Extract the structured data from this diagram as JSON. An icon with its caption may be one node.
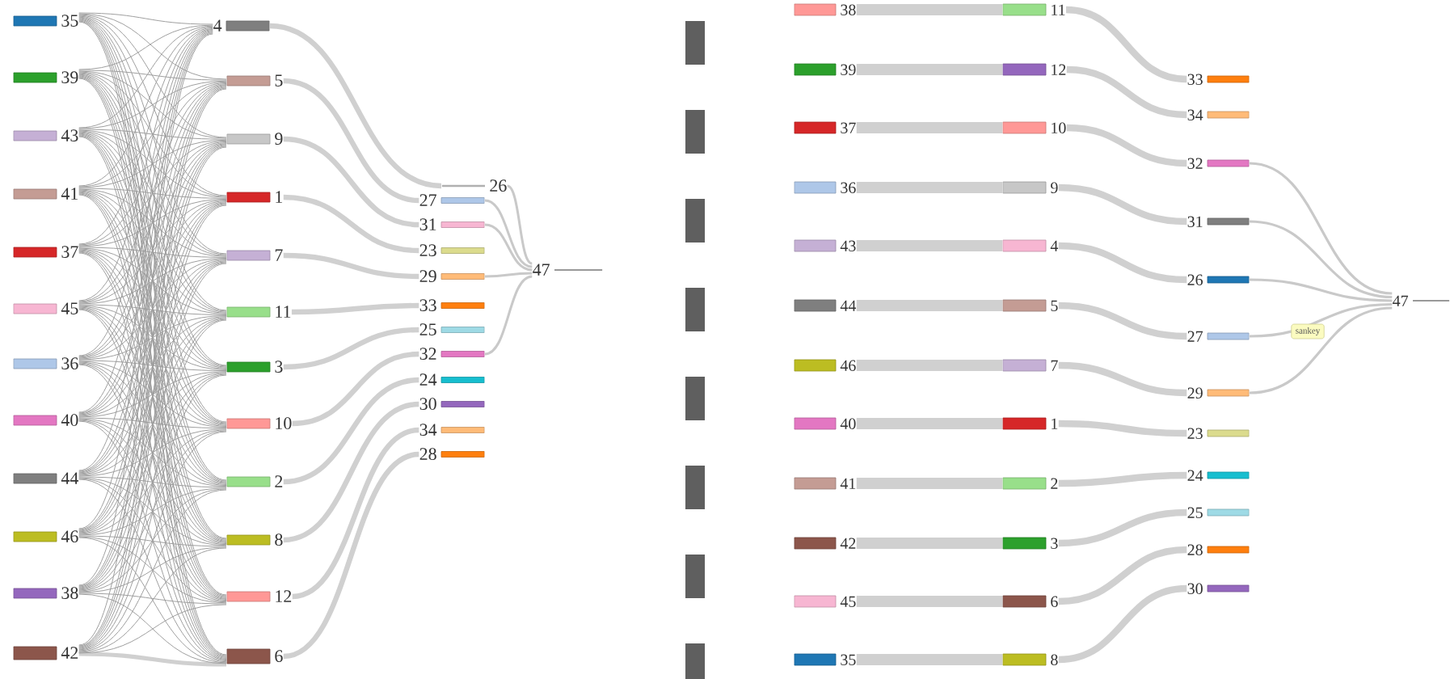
{
  "diagram": {
    "nodes": [
      {
        "text": [
          "35"
        ]
      },
      {
        "text": [
          "39"
        ]
      },
      {
        "text": [
          "43"
        ]
      },
      {
        "text": [
          "41"
        ]
      },
      {
        "text": [
          "37"
        ]
      },
      {
        "text": [
          "45"
        ]
      },
      {
        "text": [
          "36"
        ]
      },
      {
        "text": [
          "40"
        ]
      },
      {
        "text": [
          "44"
        ]
      },
      {
        "text": [
          "46"
        ]
      },
      {
        "text": [
          "38"
        ]
      },
      {
        "text": [
          "42"
        ]
      },
      {
        "text": [
          "4"
        ]
      },
      {
        "text": [
          "5"
        ]
      },
      {
        "text": [
          "9"
        ]
      },
      {
        "text": [
          "1"
        ]
      },
      {
        "text": [
          "7"
        ]
      },
      {
        "text": [
          "11"
        ]
      },
      {
        "text": [
          "3"
        ]
      },
      {
        "text": [
          "10"
        ]
      },
      {
        "text": [
          "2"
        ]
      },
      {
        "text": [
          "8"
        ]
      },
      {
        "text": [
          "12"
        ]
      },
      {
        "text": [
          "6"
        ]
      },
      {
        "text": [
          "26"
        ]
      },
      {
        "text": [
          "27"
        ]
      },
      {
        "text": [
          "31"
        ]
      },
      {
        "text": [
          "23"
        ]
      },
      {
        "text": [
          "29"
        ]
      },
      {
        "text": [
          "33"
        ]
      },
      {
        "text": [
          "25"
        ]
      },
      {
        "text": [
          "32"
        ]
      },
      {
        "text": [
          "24"
        ]
      },
      {
        "text": [
          "30"
        ]
      },
      {
        "text": [
          "34"
        ]
      },
      {
        "text": [
          "28"
        ]
      },
      {
        "text": [
          "47"
        ]
      },
      {
        "text": [
          "38"
        ]
      },
      {
        "text": [
          "39"
        ]
      },
      {
        "text": [
          "37"
        ]
      },
      {
        "text": [
          "36"
        ]
      },
      {
        "text": [
          "43"
        ]
      },
      {
        "text": [
          "44"
        ]
      },
      {
        "text": [
          "46"
        ]
      },
      {
        "text": [
          "40"
        ]
      },
      {
        "text": [
          "41"
        ]
      },
      {
        "text": [
          "42"
        ]
      },
      {
        "text": [
          "45"
        ]
      },
      {
        "text": [
          "35"
        ]
      },
      {
        "text": [
          "11"
        ]
      },
      {
        "text": [
          "12"
        ]
      },
      {
        "text": [
          "10"
        ]
      },
      {
        "text": [
          "9"
        ]
      },
      {
        "text": [
          "4"
        ]
      },
      {
        "text": [
          "5"
        ]
      },
      {
        "text": [
          "7"
        ]
      },
      {
        "text": [
          "1"
        ]
      },
      {
        "text": [
          "2"
        ]
      },
      {
        "text": [
          "3"
        ]
      },
      {
        "text": [
          "6"
        ]
      },
      {
        "text": [
          "8"
        ]
      },
      {
        "text": [
          "33"
        ]
      },
      {
        "text": [
          "34"
        ]
      },
      {
        "text": [
          "32"
        ]
      },
      {
        "text": [
          "31"
        ]
      },
      {
        "text": [
          "26"
        ]
      },
      {
        "text": [
          "27"
        ]
      },
      {
        "text": [
          "29"
        ]
      },
      {
        "text": [
          "23"
        ]
      },
      {
        "text": [
          "24"
        ]
      },
      {
        "text": [
          "25"
        ]
      },
      {
        "text": [
          "28"
        ]
      },
      {
        "text": [
          "30"
        ]
      },
      {
        "text": [
          "47"
        ]
      }
    ],
    "edges": [
      {
        "from": 0,
        "to": 12,
        "arrow": "none"
      },
      {
        "from": 0,
        "to": 13,
        "arrow": "none"
      },
      {
        "from": 0,
        "to": 14,
        "arrow": "none"
      },
      {
        "from": 0,
        "to": 15,
        "arrow": "none"
      },
      {
        "from": 0,
        "to": 16,
        "arrow": "none"
      },
      {
        "from": 0,
        "to": 17,
        "arrow": "none"
      },
      {
        "from": 0,
        "to": 18,
        "arrow": "none"
      },
      {
        "from": 0,
        "to": 19,
        "arrow": "none"
      },
      {
        "from": 0,
        "to": 20,
        "arrow": "none"
      },
      {
        "from": 0,
        "to": 21,
        "arrow": "none"
      },
      {
        "from": 0,
        "to": 22,
        "arrow": "none"
      },
      {
        "from": 0,
        "to": 23,
        "arrow": "none"
      },
      {
        "from": 1,
        "to": 12,
        "arrow": "none"
      },
      {
        "from": 1,
        "to": 13,
        "arrow": "none"
      },
      {
        "from": 1,
        "to": 14,
        "arrow": "none"
      },
      {
        "from": 1,
        "to": 15,
        "arrow": "none"
      },
      {
        "from": 1,
        "to": 16,
        "arrow": "none"
      },
      {
        "from": 1,
        "to": 17,
        "arrow": "none"
      },
      {
        "from": 1,
        "to": 18,
        "arrow": "none"
      },
      {
        "from": 1,
        "to": 19,
        "arrow": "none"
      },
      {
        "from": 1,
        "to": 20,
        "arrow": "none"
      },
      {
        "from": 1,
        "to": 21,
        "arrow": "none"
      },
      {
        "from": 1,
        "to": 22,
        "arrow": "none"
      },
      {
        "from": 1,
        "to": 23,
        "arrow": "none"
      },
      {
        "from": 2,
        "to": 12,
        "arrow": "none"
      },
      {
        "from": 2,
        "to": 13,
        "arrow": "none"
      },
      {
        "from": 2,
        "to": 14,
        "arrow": "none"
      },
      {
        "from": 2,
        "to": 15,
        "arrow": "none"
      },
      {
        "from": 2,
        "to": 16,
        "arrow": "none"
      },
      {
        "from": 2,
        "to": 17,
        "arrow": "none"
      },
      {
        "from": 2,
        "to": 18,
        "arrow": "none"
      },
      {
        "from": 2,
        "to": 19,
        "arrow": "none"
      },
      {
        "from": 2,
        "to": 20,
        "arrow": "none"
      },
      {
        "from": 2,
        "to": 21,
        "arrow": "none"
      },
      {
        "from": 2,
        "to": 22,
        "arrow": "none"
      },
      {
        "from": 2,
        "to": 23,
        "arrow": "none"
      },
      {
        "from": 3,
        "to": 12,
        "arrow": "none"
      },
      {
        "from": 3,
        "to": 13,
        "arrow": "none"
      },
      {
        "from": 3,
        "to": 14,
        "arrow": "none"
      },
      {
        "from": 3,
        "to": 15,
        "arrow": "none"
      },
      {
        "from": 3,
        "to": 16,
        "arrow": "none"
      },
      {
        "from": 3,
        "to": 17,
        "arrow": "none"
      },
      {
        "from": 3,
        "to": 18,
        "arrow": "none"
      },
      {
        "from": 3,
        "to": 19,
        "arrow": "none"
      },
      {
        "from": 3,
        "to": 20,
        "arrow": "none"
      },
      {
        "from": 3,
        "to": 21,
        "arrow": "none"
      },
      {
        "from": 3,
        "to": 22,
        "arrow": "none"
      },
      {
        "from": 3,
        "to": 23,
        "arrow": "none"
      },
      {
        "from": 4,
        "to": 12,
        "arrow": "none"
      },
      {
        "from": 4,
        "to": 13,
        "arrow": "none"
      },
      {
        "from": 4,
        "to": 14,
        "arrow": "none"
      },
      {
        "from": 4,
        "to": 15,
        "arrow": "none"
      },
      {
        "from": 4,
        "to": 16,
        "arrow": "none"
      },
      {
        "from": 4,
        "to": 17,
        "arrow": "none"
      },
      {
        "from": 4,
        "to": 18,
        "arrow": "none"
      },
      {
        "from": 4,
        "to": 19,
        "arrow": "none"
      },
      {
        "from": 4,
        "to": 20,
        "arrow": "none"
      },
      {
        "from": 4,
        "to": 21,
        "arrow": "none"
      },
      {
        "from": 4,
        "to": 22,
        "arrow": "none"
      },
      {
        "from": 4,
        "to": 23,
        "arrow": "none"
      },
      {
        "from": 5,
        "to": 12,
        "arrow": "none"
      },
      {
        "from": 5,
        "to": 13,
        "arrow": "none"
      },
      {
        "from": 5,
        "to": 14,
        "arrow": "none"
      },
      {
        "from": 5,
        "to": 15,
        "arrow": "none"
      },
      {
        "from": 5,
        "to": 16,
        "arrow": "none"
      },
      {
        "from": 5,
        "to": 17,
        "arrow": "none"
      },
      {
        "from": 5,
        "to": 18,
        "arrow": "none"
      },
      {
        "from": 5,
        "to": 19,
        "arrow": "none"
      },
      {
        "from": 5,
        "to": 20,
        "arrow": "none"
      },
      {
        "from": 5,
        "to": 21,
        "arrow": "none"
      },
      {
        "from": 5,
        "to": 22,
        "arrow": "none"
      },
      {
        "from": 5,
        "to": 23,
        "arrow": "none"
      },
      {
        "from": 6,
        "to": 12,
        "arrow": "none"
      },
      {
        "from": 6,
        "to": 13,
        "arrow": "none"
      },
      {
        "from": 6,
        "to": 14,
        "arrow": "none"
      },
      {
        "from": 6,
        "to": 15,
        "arrow": "none"
      },
      {
        "from": 6,
        "to": 16,
        "arrow": "none"
      },
      {
        "from": 6,
        "to": 17,
        "arrow": "none"
      },
      {
        "from": 6,
        "to": 18,
        "arrow": "none"
      },
      {
        "from": 6,
        "to": 19,
        "arrow": "none"
      },
      {
        "from": 6,
        "to": 20,
        "arrow": "none"
      },
      {
        "from": 6,
        "to": 21,
        "arrow": "none"
      },
      {
        "from": 6,
        "to": 22,
        "arrow": "none"
      },
      {
        "from": 6,
        "to": 23,
        "arrow": "none"
      },
      {
        "from": 7,
        "to": 12,
        "arrow": "none"
      },
      {
        "from": 7,
        "to": 13,
        "arrow": "none"
      },
      {
        "from": 7,
        "to": 14,
        "arrow": "none"
      },
      {
        "from": 7,
        "to": 15,
        "arrow": "none"
      },
      {
        "from": 7,
        "to": 16,
        "arrow": "none"
      },
      {
        "from": 7,
        "to": 17,
        "arrow": "none"
      },
      {
        "from": 7,
        "to": 18,
        "arrow": "none"
      },
      {
        "from": 7,
        "to": 19,
        "arrow": "none"
      },
      {
        "from": 7,
        "to": 20,
        "arrow": "none"
      },
      {
        "from": 7,
        "to": 21,
        "arrow": "none"
      },
      {
        "from": 7,
        "to": 22,
        "arrow": "none"
      },
      {
        "from": 7,
        "to": 23,
        "arrow": "none"
      },
      {
        "from": 8,
        "to": 12,
        "arrow": "none"
      },
      {
        "from": 8,
        "to": 13,
        "arrow": "none"
      },
      {
        "from": 8,
        "to": 14,
        "arrow": "none"
      },
      {
        "from": 8,
        "to": 15,
        "arrow": "none"
      },
      {
        "from": 8,
        "to": 16,
        "arrow": "none"
      },
      {
        "from": 8,
        "to": 17,
        "arrow": "none"
      },
      {
        "from": 8,
        "to": 18,
        "arrow": "none"
      },
      {
        "from": 8,
        "to": 19,
        "arrow": "none"
      },
      {
        "from": 8,
        "to": 20,
        "arrow": "none"
      },
      {
        "from": 8,
        "to": 21,
        "arrow": "none"
      },
      {
        "from": 8,
        "to": 22,
        "arrow": "none"
      },
      {
        "from": 8,
        "to": 23,
        "arrow": "none"
      },
      {
        "from": 9,
        "to": 12,
        "arrow": "none"
      },
      {
        "from": 9,
        "to": 13,
        "arrow": "none"
      },
      {
        "from": 9,
        "to": 14,
        "arrow": "none"
      },
      {
        "from": 9,
        "to": 15,
        "arrow": "none"
      },
      {
        "from": 9,
        "to": 16,
        "arrow": "none"
      },
      {
        "from": 9,
        "to": 17,
        "arrow": "none"
      },
      {
        "from": 9,
        "to": 18,
        "arrow": "none"
      },
      {
        "from": 9,
        "to": 19,
        "arrow": "none"
      },
      {
        "from": 9,
        "to": 20,
        "arrow": "none"
      },
      {
        "from": 9,
        "to": 21,
        "arrow": "none"
      },
      {
        "from": 9,
        "to": 22,
        "arrow": "none"
      },
      {
        "from": 9,
        "to": 23,
        "arrow": "none"
      },
      {
        "from": 10,
        "to": 12,
        "arrow": "none"
      },
      {
        "from": 10,
        "to": 13,
        "arrow": "none"
      },
      {
        "from": 10,
        "to": 14,
        "arrow": "none"
      },
      {
        "from": 10,
        "to": 15,
        "arrow": "none"
      },
      {
        "from": 10,
        "to": 16,
        "arrow": "none"
      },
      {
        "from": 10,
        "to": 17,
        "arrow": "none"
      },
      {
        "from": 10,
        "to": 18,
        "arrow": "none"
      },
      {
        "from": 10,
        "to": 19,
        "arrow": "none"
      },
      {
        "from": 10,
        "to": 20,
        "arrow": "none"
      },
      {
        "from": 10,
        "to": 21,
        "arrow": "none"
      },
      {
        "from": 10,
        "to": 22,
        "arrow": "none"
      },
      {
        "from": 10,
        "to": 23,
        "arrow": "none"
      },
      {
        "from": 11,
        "to": 12,
        "arrow": "none"
      },
      {
        "from": 11,
        "to": 13,
        "arrow": "none"
      },
      {
        "from": 11,
        "to": 14,
        "arrow": "none"
      },
      {
        "from": 11,
        "to": 15,
        "arrow": "none"
      },
      {
        "from": 11,
        "to": 16,
        "arrow": "none"
      },
      {
        "from": 11,
        "to": 17,
        "arrow": "none"
      },
      {
        "from": 11,
        "to": 18,
        "arrow": "none"
      },
      {
        "from": 11,
        "to": 19,
        "arrow": "none"
      },
      {
        "from": 11,
        "to": 20,
        "arrow": "none"
      },
      {
        "from": 11,
        "to": 21,
        "arrow": "none"
      },
      {
        "from": 11,
        "to": 22,
        "arrow": "none"
      },
      {
        "from": 11,
        "to": 23,
        "arrow": "none",
        "style": "thick",
        "color": "#d0d0d0"
      },
      {
        "from": 12,
        "to": 24,
        "arrow": "none",
        "style": "thick",
        "color": "#d0d0d0"
      },
      {
        "from": 13,
        "to": 25,
        "arrow": "none",
        "style": "thick",
        "color": "#d0d0d0"
      },
      {
        "from": 14,
        "to": 26,
        "arrow": "none",
        "style": "thick",
        "color": "#d0d0d0"
      },
      {
        "from": 15,
        "to": 27,
        "arrow": "none",
        "style": "thick",
        "color": "#d0d0d0"
      },
      {
        "from": 16,
        "to": 28,
        "arrow": "none",
        "style": "thick",
        "color": "#d0d0d0"
      },
      {
        "from": 17,
        "to": 29,
        "arrow": "none",
        "style": "thick",
        "color": "#d0d0d0"
      },
      {
        "from": 18,
        "to": 30,
        "arrow": "none",
        "style": "thick",
        "color": "#d0d0d0"
      },
      {
        "from": 19,
        "to": 31,
        "arrow": "none",
        "style": "thick",
        "color": "#d0d0d0"
      },
      {
        "from": 20,
        "to": 32,
        "arrow": "none",
        "style": "thick",
        "color": "#d0d0d0"
      },
      {
        "from": 21,
        "to": 33,
        "arrow": "none",
        "style": "thick",
        "color": "#d0d0d0"
      },
      {
        "from": 22,
        "to": 34,
        "arrow": "none",
        "style": "thick",
        "color": "#d0d0d0"
      },
      {
        "from": 23,
        "to": 35,
        "arrow": "none",
        "style": "thick",
        "color": "#d0d0d0"
      },
      {
        "from": 24,
        "to": 36,
        "arrow": "none",
        "color": "#c9c9c9"
      },
      {
        "from": 25,
        "to": 36,
        "arrow": "none",
        "color": "#c9c9c9"
      },
      {
        "from": 26,
        "to": 36,
        "arrow": "none",
        "color": "#c9c9c9"
      },
      {
        "from": 28,
        "to": 36,
        "arrow": "none",
        "color": "#c9c9c9"
      },
      {
        "from": 31,
        "to": 36,
        "arrow": "none",
        "color": "#c9c9c9"
      },
      {
        "from": 37,
        "to": 49,
        "arrow": "none",
        "style": "thick",
        "color": "#d0d0d0"
      },
      {
        "from": 38,
        "to": 50,
        "arrow": "none",
        "style": "thick",
        "color": "#d0d0d0"
      },
      {
        "from": 39,
        "to": 51,
        "arrow": "none",
        "style": "thick",
        "color": "#d0d0d0"
      },
      {
        "from": 40,
        "to": 52,
        "arrow": "none",
        "style": "thick",
        "color": "#d0d0d0"
      },
      {
        "from": 41,
        "to": 53,
        "arrow": "none",
        "style": "thick",
        "color": "#d0d0d0"
      },
      {
        "from": 42,
        "to": 54,
        "arrow": "none",
        "style": "thick",
        "color": "#d0d0d0"
      },
      {
        "from": 43,
        "to": 55,
        "arrow": "none",
        "style": "thick",
        "color": "#d0d0d0"
      },
      {
        "from": 44,
        "to": 56,
        "arrow": "none",
        "style": "thick",
        "color": "#d0d0d0"
      },
      {
        "from": 45,
        "to": 57,
        "arrow": "none",
        "style": "thick",
        "color": "#d0d0d0"
      },
      {
        "from": 46,
        "to": 58,
        "arrow": "none",
        "style": "thick",
        "color": "#d0d0d0"
      },
      {
        "from": 47,
        "to": 59,
        "arrow": "none",
        "style": "thick",
        "color": "#d0d0d0"
      },
      {
        "from": 48,
        "to": 60,
        "arrow": "none",
        "style": "thick",
        "color": "#d0d0d0"
      },
      {
        "from": 49,
        "to": 61,
        "arrow": "none",
        "style": "thick",
        "color": "#d0d0d0"
      },
      {
        "from": 50,
        "to": 62,
        "arrow": "none",
        "style": "thick",
        "color": "#d0d0d0"
      },
      {
        "from": 51,
        "to": 63,
        "arrow": "none",
        "style": "thick",
        "color": "#d0d0d0"
      },
      {
        "from": 52,
        "to": 64,
        "arrow": "none",
        "style": "thick",
        "color": "#d0d0d0"
      },
      {
        "from": 53,
        "to": 65,
        "arrow": "none",
        "style": "thick",
        "color": "#d0d0d0"
      },
      {
        "from": 54,
        "to": 66,
        "arrow": "none",
        "style": "thick",
        "color": "#d0d0d0"
      },
      {
        "from": 55,
        "to": 67,
        "arrow": "none",
        "style": "thick",
        "color": "#d0d0d0"
      },
      {
        "from": 56,
        "to": 68,
        "arrow": "none",
        "style": "thick",
        "color": "#d0d0d0"
      },
      {
        "from": 57,
        "to": 69,
        "arrow": "none",
        "style": "thick",
        "color": "#d0d0d0"
      },
      {
        "from": 58,
        "to": 70,
        "arrow": "none",
        "style": "thick",
        "color": "#d0d0d0"
      },
      {
        "from": 59,
        "to": 71,
        "arrow": "none",
        "style": "thick",
        "color": "#d0d0d0"
      },
      {
        "from": 60,
        "to": 72,
        "arrow": "none",
        "style": "thick",
        "color": "#d0d0d0"
      },
      {
        "from": 63,
        "to": 73,
        "arrow": "none",
        "color": "#c9c9c9"
      },
      {
        "from": 64,
        "to": 73,
        "arrow": "none",
        "color": "#c9c9c9"
      },
      {
        "from": 65,
        "to": 73,
        "arrow": "none",
        "color": "#c9c9c9"
      },
      {
        "from": 66,
        "to": 73,
        "arrow": "none",
        "color": "#c9c9c9"
      },
      {
        "from": 67,
        "to": 73,
        "arrow": "none",
        "color": "#c9c9c9"
      }
    ],
    "labels": [
      "sankey"
    ]
  }
}
